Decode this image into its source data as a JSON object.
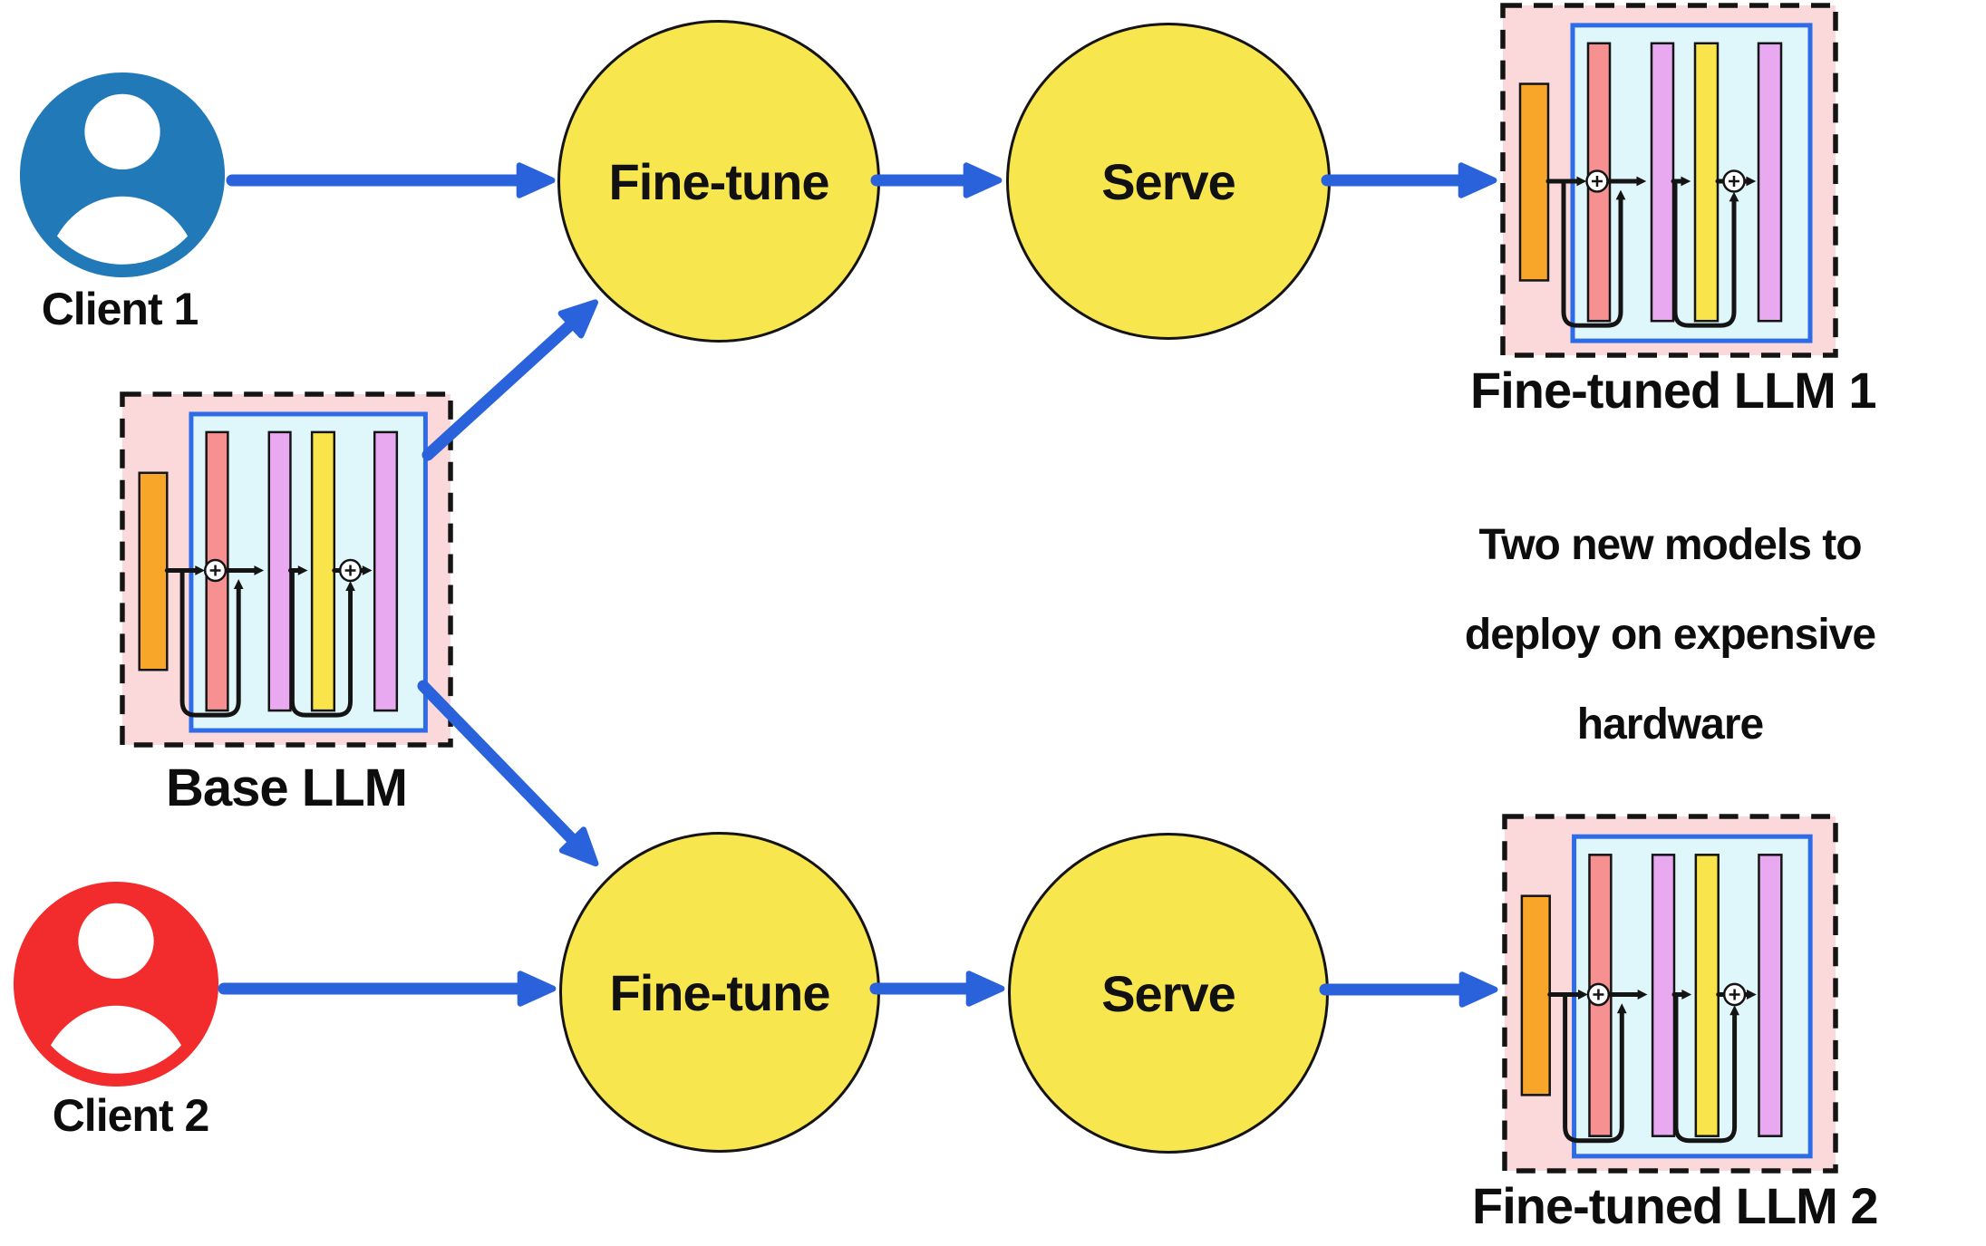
{
  "clients": [
    {
      "label": "Client 1",
      "color": "#2279B8"
    },
    {
      "label": "Client 2",
      "color": "#F22C2C"
    }
  ],
  "stage_labels": {
    "finetune": "Fine-tune",
    "serve": "Serve"
  },
  "boxes": {
    "base": "Base LLM",
    "finetuned1": "Fine-tuned LLM 1",
    "finetuned2": "Fine-tuned LLM 2"
  },
  "annotation": {
    "lines": [
      "Two new models to",
      "deploy on expensive",
      "hardware"
    ]
  },
  "icons": {
    "client1": "person-avatar-icon",
    "client2": "person-avatar-icon",
    "residual_add": "plus-in-circle-icon"
  },
  "colors": {
    "arrow_blue": "#2A62DC",
    "node_yellow": "#F8E64E",
    "outline": "#141414",
    "box_pink": "#FBD9DB",
    "box_cyan": "#DFF6FB",
    "box_border_blue": "#2E6BE6",
    "bar_orange": "#F8A62A",
    "bar_salmon": "#F79090",
    "bar_violet": "#E8A9F1",
    "bar_yellow": "#F9E44C"
  }
}
